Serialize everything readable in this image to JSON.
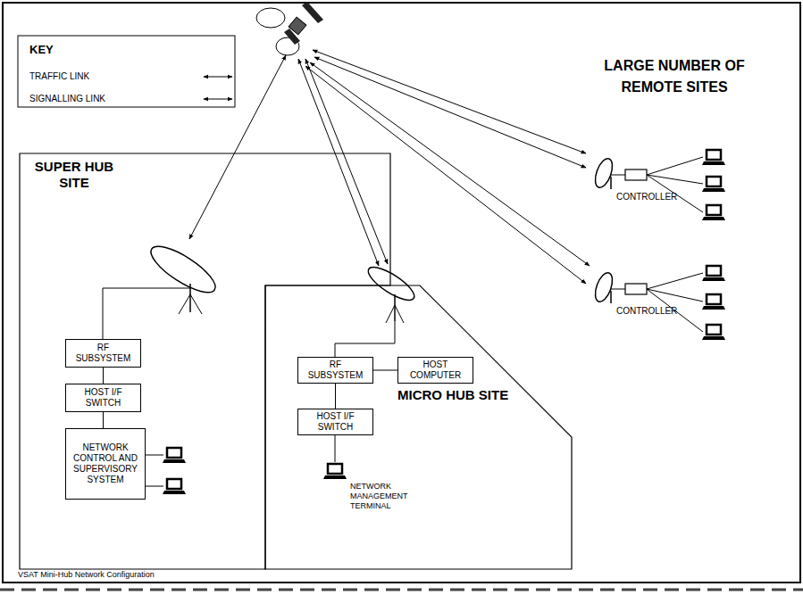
{
  "diagram": {
    "caption": "VSAT Mini-Hub Network Configuration",
    "nodes": [
      {
        "text": [
          "SUPER HUB SITE"
        ]
      },
      {
        "text": [
          "RF SUBSYSTEM"
        ],
        "in": 0
      },
      {
        "text": [
          "HOST I/F SWITCH"
        ],
        "in": 0
      },
      {
        "text": [
          "NETWORK CONTROL AND SUPERVISORY SYSTEM"
        ],
        "in": 0
      },
      {
        "text": [
          "MICRO HUB SITE"
        ]
      },
      {
        "text": [
          "RF SUBSYSTEM"
        ],
        "in": 4
      },
      {
        "text": [
          "HOST COMPUTER"
        ],
        "in": 4
      },
      {
        "text": [
          "HOST I/F SWITCH"
        ],
        "in": 4
      }
    ],
    "edges": [
      {
        "from": 1,
        "to": 2,
        "arrow": "none"
      },
      {
        "from": 2,
        "to": 3,
        "arrow": "none"
      },
      {
        "from": 5,
        "to": 6,
        "arrow": "none"
      },
      {
        "from": 5,
        "to": 7,
        "arrow": "none"
      }
    ],
    "labels": [
      "KEY",
      "LARGE NUMBER OF REMOTE SITES",
      "CONTROLLER",
      "CONTROLLER",
      "NETWORK MANAGEMENT TERMINAL"
    ],
    "legend": [
      {
        "text": "TRAFFIC LINK"
      },
      {
        "text": "SIGNALLING LINK"
      }
    ]
  }
}
